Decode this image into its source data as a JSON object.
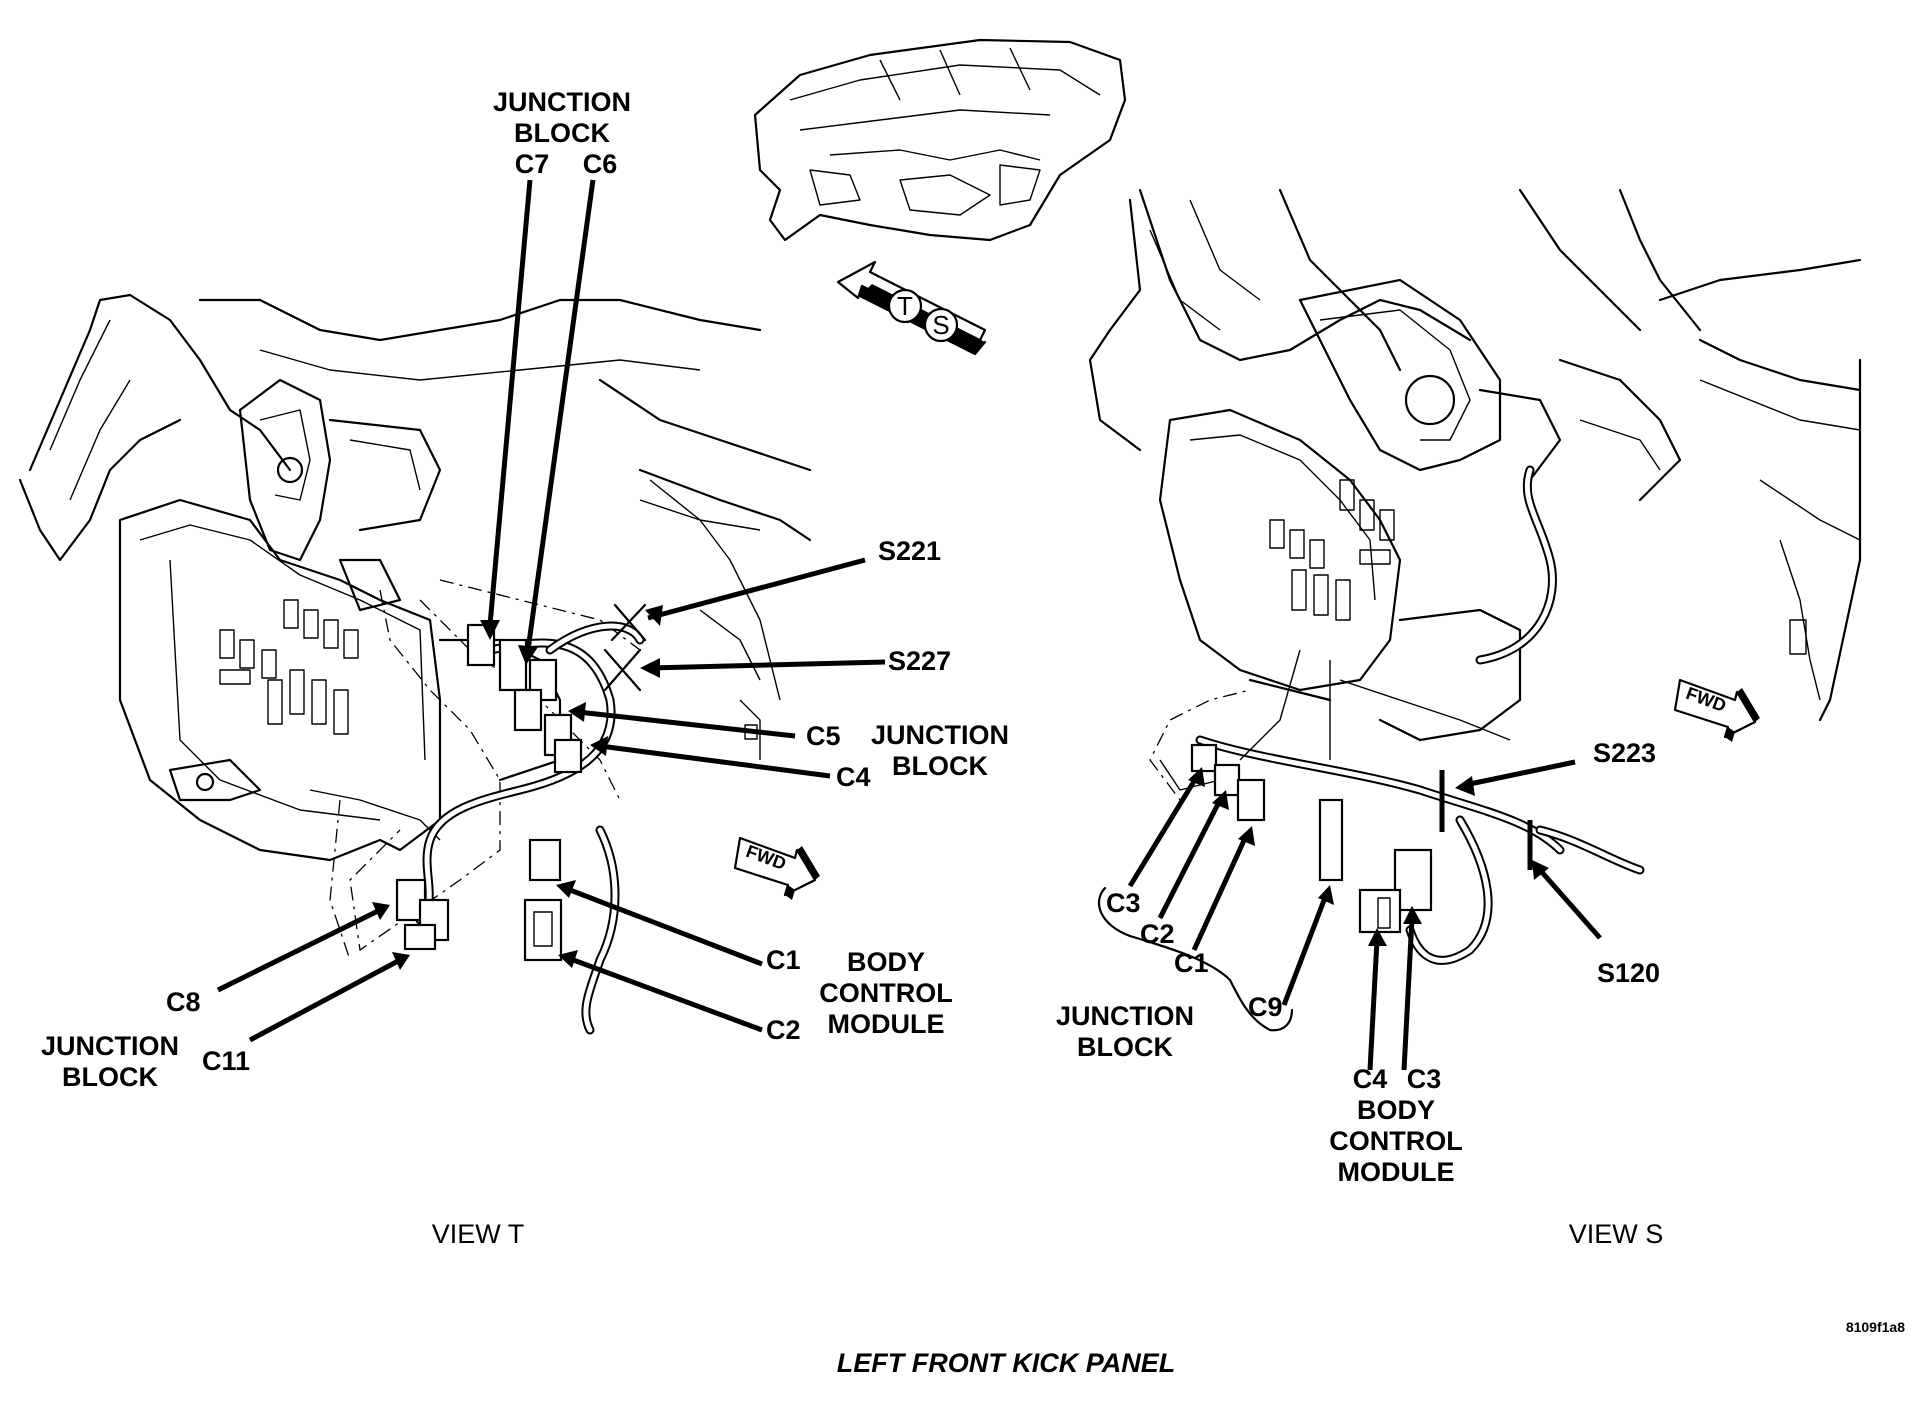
{
  "caption": "LEFT FRONT KICK PANEL",
  "figure_id": "8109f1a8",
  "view_t": {
    "title": "VIEW T",
    "labels": {
      "junction_block_top": [
        "JUNCTION",
        "BLOCK"
      ],
      "c7": "C7",
      "c6": "C6",
      "s221": "S221",
      "s227": "S227",
      "c5": "C5",
      "junction_block_right": [
        "JUNCTION",
        "BLOCK"
      ],
      "c4": "C4",
      "c1": "C1",
      "body_control_module": [
        "BODY",
        "CONTROL",
        "MODULE"
      ],
      "c2": "C2",
      "c8": "C8",
      "junction_block_left": [
        "JUNCTION",
        "BLOCK"
      ],
      "c11": "C11"
    },
    "fwd": "FWD"
  },
  "view_s": {
    "title": "VIEW S",
    "labels": {
      "s223": "S223",
      "s120": "S120",
      "c3": "C3",
      "c2": "C2",
      "c1": "C1",
      "junction_block": [
        "JUNCTION",
        "BLOCK"
      ],
      "c9": "C9",
      "c4": "C4",
      "c3_bcm": "C3",
      "body_control_module": [
        "BODY",
        "CONTROL",
        "MODULE"
      ]
    },
    "fwd": "FWD"
  },
  "locator": {
    "view_t_marker": "T",
    "view_s_marker": "S"
  }
}
